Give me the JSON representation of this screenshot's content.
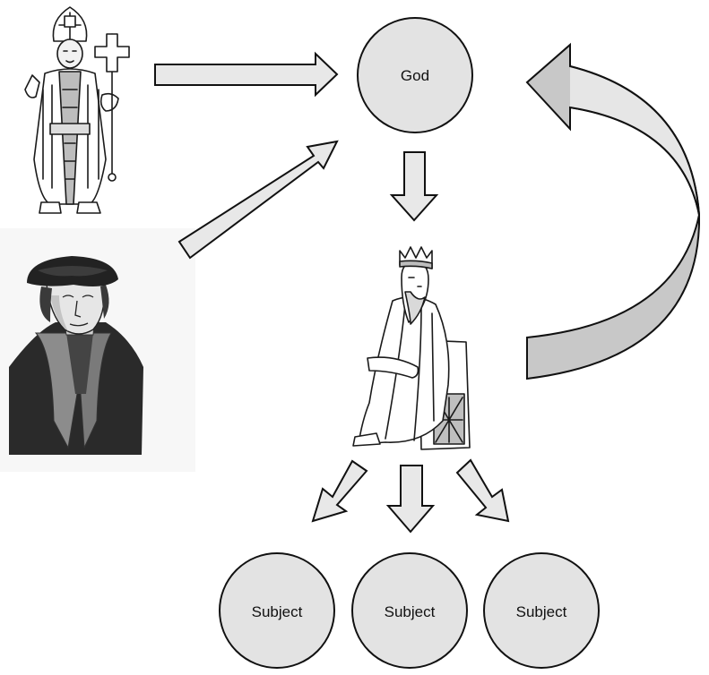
{
  "nodes": {
    "god": "God",
    "subjects": [
      "Subject",
      "Subject",
      "Subject"
    ]
  },
  "figures": [
    {
      "icon": "pope-icon"
    },
    {
      "icon": "martin-luther-portrait-icon"
    },
    {
      "icon": "king-on-throne-icon"
    }
  ],
  "colors": {
    "node_fill": "#e3e3e3",
    "arrow_fill": "#e8e8e8",
    "curved_arrow_fill": "#c8c8c8",
    "outline": "#111111"
  }
}
